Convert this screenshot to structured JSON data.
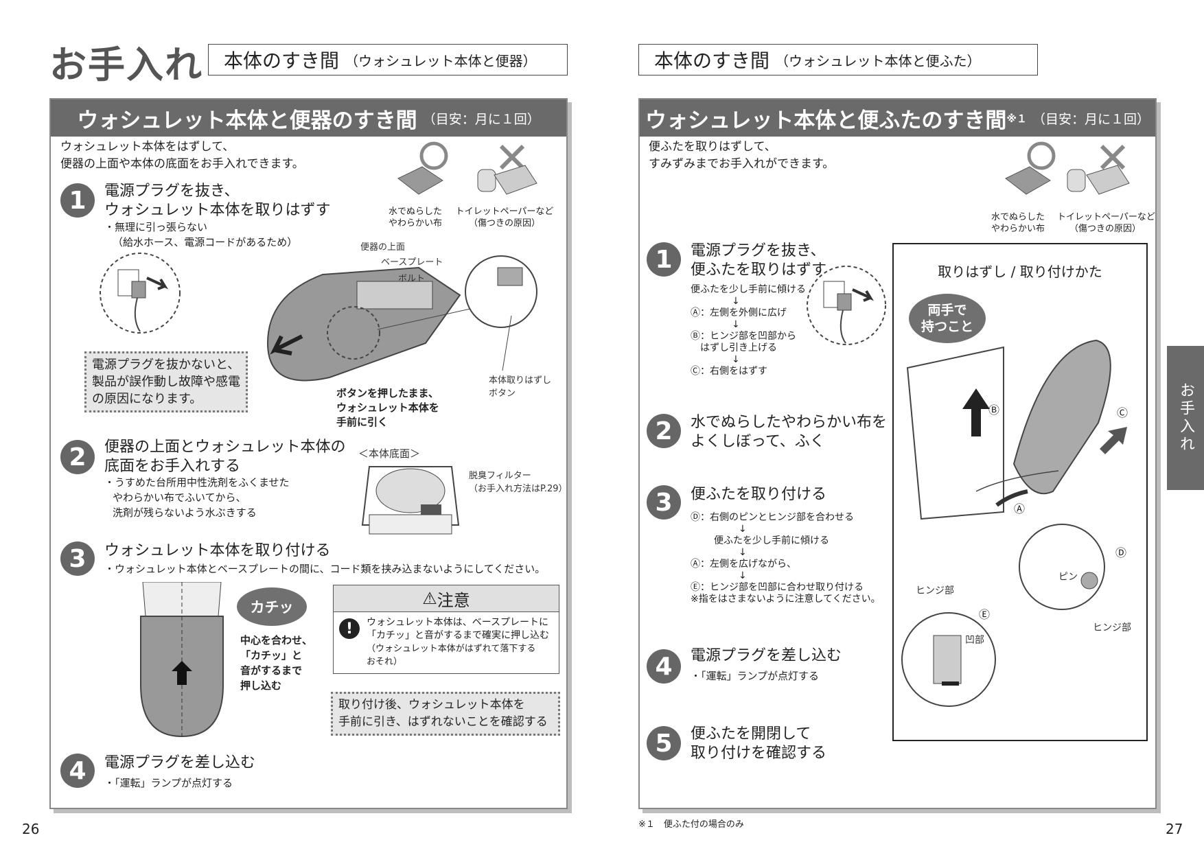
{
  "left": {
    "section_title": "お手入れ",
    "header_box_main": "本体のすき間",
    "header_box_sub": "（ウォシュレット本体と便器）",
    "panel_title": "ウォシュレット本体と便器のすき間",
    "panel_title_sub": "（目安：月に１回）",
    "intro_line1": "ウォシュレット本体をはずして、",
    "intro_line2": "便器の上面や本体の底面をお手入れできます。",
    "ok_caption_1": "水でぬらした",
    "ok_caption_2": "やわらかい布",
    "ng_caption_1": "トイレットペーパーなど",
    "ng_caption_2": "（傷つきの原因）",
    "steps": [
      {
        "num": "1",
        "title1": "電源プラグを抜き、",
        "title2": "ウォシュレット本体を取りはずす",
        "note1": "・無理に引っ張らない",
        "note2": "（給水ホース、電源コードがあるため）"
      },
      {
        "num": "2",
        "title1": "便器の上面とウォシュレット本体の",
        "title2": "底面をお手入れする",
        "note1": "・うすめた台所用中性洗剤をふくませた",
        "note2": "やわらかい布でふいてから、",
        "note3": "洗剤が残らないよう水ぶきする"
      },
      {
        "num": "3",
        "title1": "ウォシュレット本体を取り付ける",
        "note1": "・ウォシュレット本体とベースプレートの間に、コード類を挟み込まないようにしてください。"
      },
      {
        "num": "4",
        "title1": "電源プラグを差し込む",
        "note1": "・「運転」ランプが点灯する"
      }
    ],
    "warning_box": [
      "電源プラグを抜かないと、",
      "製品が誤作動し故障や感電",
      "の原因になります。"
    ],
    "illus_labels": {
      "bowl_top": "便器の上面",
      "base_plate": "ベースプレート",
      "bolt": "ボルト",
      "release_button_1": "本体取りはずし",
      "release_button_2": "ボタン",
      "pull_1": "ボタンを押したまま、",
      "pull_2": "ウォシュレット本体を",
      "pull_3": "手前に引く",
      "bottom_view": "＜本体底面＞",
      "filter_1": "脱臭フィルター",
      "filter_2": "（お手入れ方法はP.29）",
      "click": "カチッ",
      "center_1": "中心を合わせ、",
      "center_2": "「カチッ」と",
      "center_3": "音がするまで",
      "center_4": "押し込む"
    },
    "caution": {
      "title": "注意",
      "line1": "ウォシュレット本体は、ベースプレートに",
      "line2": "「カチッ」と音がするまで確実に押し込む",
      "line3": "（ウォシュレット本体がはずれて落下する",
      "line4": "おそれ）"
    },
    "confirm_box": [
      "取り付け後、ウォシュレット本体を",
      "手前に引き、はずれないことを確認する"
    ],
    "page_number": "26"
  },
  "right": {
    "header_box_main": "本体のすき間",
    "header_box_sub": "（ウォシュレット本体と便ふた）",
    "panel_title": "ウォシュレット本体と便ふたのすき間",
    "panel_title_sup": "※１",
    "panel_title_sub": "（目安：月に１回）",
    "intro_line1": "便ふたを取りはずして、",
    "intro_line2": "すみずみまでお手入れができます。",
    "ok_caption_1": "水でぬらした",
    "ok_caption_2": "やわらかい布",
    "ng_caption_1": "トイレットペーパーなど",
    "ng_caption_2": "（傷つきの原因）",
    "steps": [
      {
        "num": "1",
        "title1": "電源プラグを抜き、",
        "title2": "便ふたを取りはずす",
        "subs": [
          "便ふたを少し手前に傾ける",
          "↓",
          "Ⓐ：左側を外側に広げ",
          "↓",
          "Ⓑ：ヒンジ部を凹部から",
          "　はずし引き上げる",
          "↓",
          "Ⓒ：右側をはずす"
        ]
      },
      {
        "num": "2",
        "title1": "水でぬらしたやわらかい布を",
        "title2": "よくしぼって、ふく"
      },
      {
        "num": "3",
        "title1": "便ふたを取り付ける",
        "subs": [
          "Ⓓ：右側のピンとヒンジ部を合わせる",
          "↓",
          "便ふたを少し手前に傾ける",
          "↓",
          "Ⓐ：左側を広げながら、",
          "↓",
          "Ⓔ：ヒンジ部を凹部に合わせ取り付ける",
          "※指をはさまないように注意してください。"
        ]
      },
      {
        "num": "4",
        "title1": "電源プラグを差し込む",
        "note1": "・「運転」ランプが点灯する"
      },
      {
        "num": "5",
        "title1": "便ふたを開閉して",
        "title2": "取り付けを確認する"
      }
    ],
    "figure": {
      "title": "取りはずし / 取り付けかた",
      "both_hands_1": "両手で",
      "both_hands_2": "持つこと",
      "hinge": "ヒンジ部",
      "recess": "凹部",
      "pin": "ピン",
      "hinge2": "ヒンジ部",
      "mark_a": "Ⓐ",
      "mark_b": "Ⓑ",
      "mark_c": "Ⓒ",
      "mark_d": "Ⓓ",
      "mark_e": "Ⓔ"
    },
    "footnote": "※１　便ふた付の場合のみ",
    "side_tab": "お手入れ",
    "page_number": "27"
  }
}
